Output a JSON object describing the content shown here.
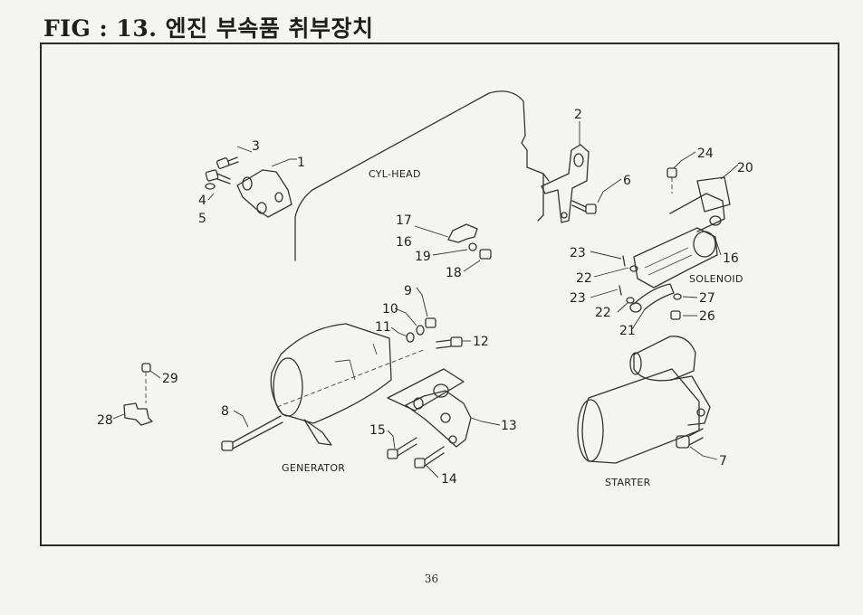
{
  "figure": {
    "title": "FIG : 13. 엔진 부속품 취부장치"
  },
  "labels": {
    "cyl_head": "CYL-HEAD",
    "solenoid": "SOLENOID",
    "generator": "GENERATOR",
    "starter": "STARTER"
  },
  "callouts": {
    "c1": "1",
    "c2": "2",
    "c3": "3",
    "c4": "4",
    "c5": "5",
    "c6": "6",
    "c7": "7",
    "c8": "8",
    "c9": "9",
    "c10": "10",
    "c11": "11",
    "c12": "12",
    "c13": "13",
    "c14": "14",
    "c15": "15",
    "c16a": "16",
    "c16b": "16",
    "c17": "17",
    "c18": "18",
    "c19": "19",
    "c20": "20",
    "c21": "21",
    "c22a": "22",
    "c22b": "22",
    "c23a": "23",
    "c23b": "23",
    "c24": "24",
    "c26": "26",
    "c27": "27",
    "c28": "28",
    "c29": "29"
  },
  "page": {
    "number": "36"
  }
}
